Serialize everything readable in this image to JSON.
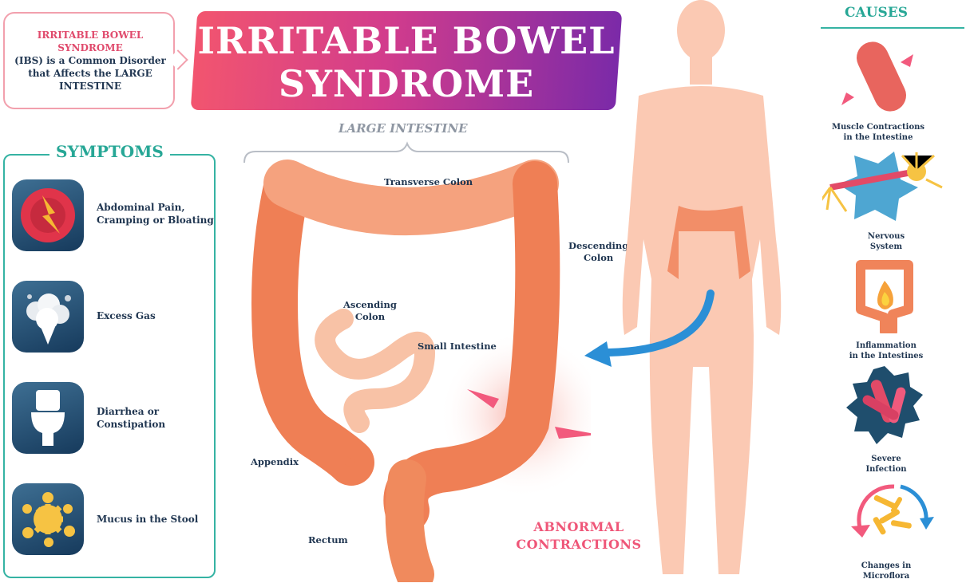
{
  "intro": {
    "highlight": "IRRITABLE BOWEL SYNDROME",
    "text": "(IBS) is a Common Disorder that Affects the LARGE INTESTINE"
  },
  "title": {
    "line1": "IRRITABLE BOWEL",
    "line2": "SYNDROME"
  },
  "diagram": {
    "subtitle": "LARGE INTESTINE",
    "labels": {
      "transverse": "Transverse Colon",
      "descending_1": "Descending",
      "descending_2": "Colon",
      "ascending_1": "Ascending",
      "ascending_2": "Colon",
      "small": "Small Intestine",
      "appendix": "Appendix",
      "rectum": "Rectum"
    },
    "abnormal_1": "ABNORMAL",
    "abnormal_2": "CONTRACTIONS"
  },
  "symptoms": {
    "title": "SYMPTOMS",
    "items": [
      {
        "line1": "Abdominal Pain,",
        "line2": "Cramping or Bloating",
        "icon": "lightning-pain-icon"
      },
      {
        "line1": "Excess Gas",
        "line2": "",
        "icon": "gas-cloud-icon"
      },
      {
        "line1": "Diarrhea or",
        "line2": "Constipation",
        "icon": "toilet-icon"
      },
      {
        "line1": "Mucus in the Stool",
        "line2": "",
        "icon": "mucus-splash-icon"
      }
    ]
  },
  "causes": {
    "title": "CAUSES",
    "items": [
      {
        "line1": "Muscle Contractions",
        "line2": "in the Intestine",
        "icon": "muscle-contraction-icon"
      },
      {
        "line1": "Nervous",
        "line2": "System",
        "icon": "neuron-icon"
      },
      {
        "line1": "Inflammation",
        "line2": "in the Intestines",
        "icon": "inflammation-icon"
      },
      {
        "line1": "Severe",
        "line2": "Infection",
        "icon": "bacteria-icon"
      },
      {
        "line1": "Changes in",
        "line2": "Microflora",
        "icon": "microflora-icon"
      }
    ]
  },
  "colors": {
    "accent_teal": "#27a796",
    "accent_pink": "#ef5678",
    "navy": "#1f3550",
    "colon": "#f0845a"
  }
}
